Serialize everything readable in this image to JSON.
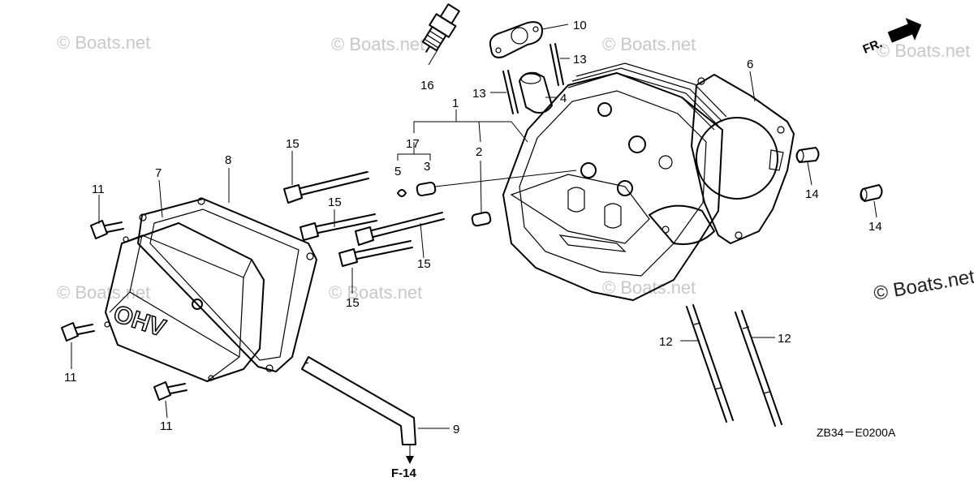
{
  "watermarks": [
    "© Boats.net",
    "© Boats.net",
    "© Boats.net",
    "© Boats.net",
    "© Boats.net",
    "© Boats.net",
    "© Boats.net"
  ],
  "copyright_large": "© Boats.net",
  "front_arrow_label": "FR.",
  "diagram_code": "ZB34－E0200A",
  "reference_label": "F-14",
  "cover_text": "OHV",
  "callouts": {
    "c1": "1",
    "c2": "2",
    "c3": "3",
    "c4": "4",
    "c5": "5",
    "c6": "6",
    "c7": "7",
    "c8": "8",
    "c9": "9",
    "c10": "10",
    "c11a": "11",
    "c11b": "11",
    "c11c": "11",
    "c12a": "12",
    "c12b": "12",
    "c13a": "13",
    "c13b": "13",
    "c14a": "14",
    "c14b": "14",
    "c15a": "15",
    "c15b": "15",
    "c15c": "15",
    "c15d": "15",
    "c16": "16",
    "c17": "17"
  }
}
